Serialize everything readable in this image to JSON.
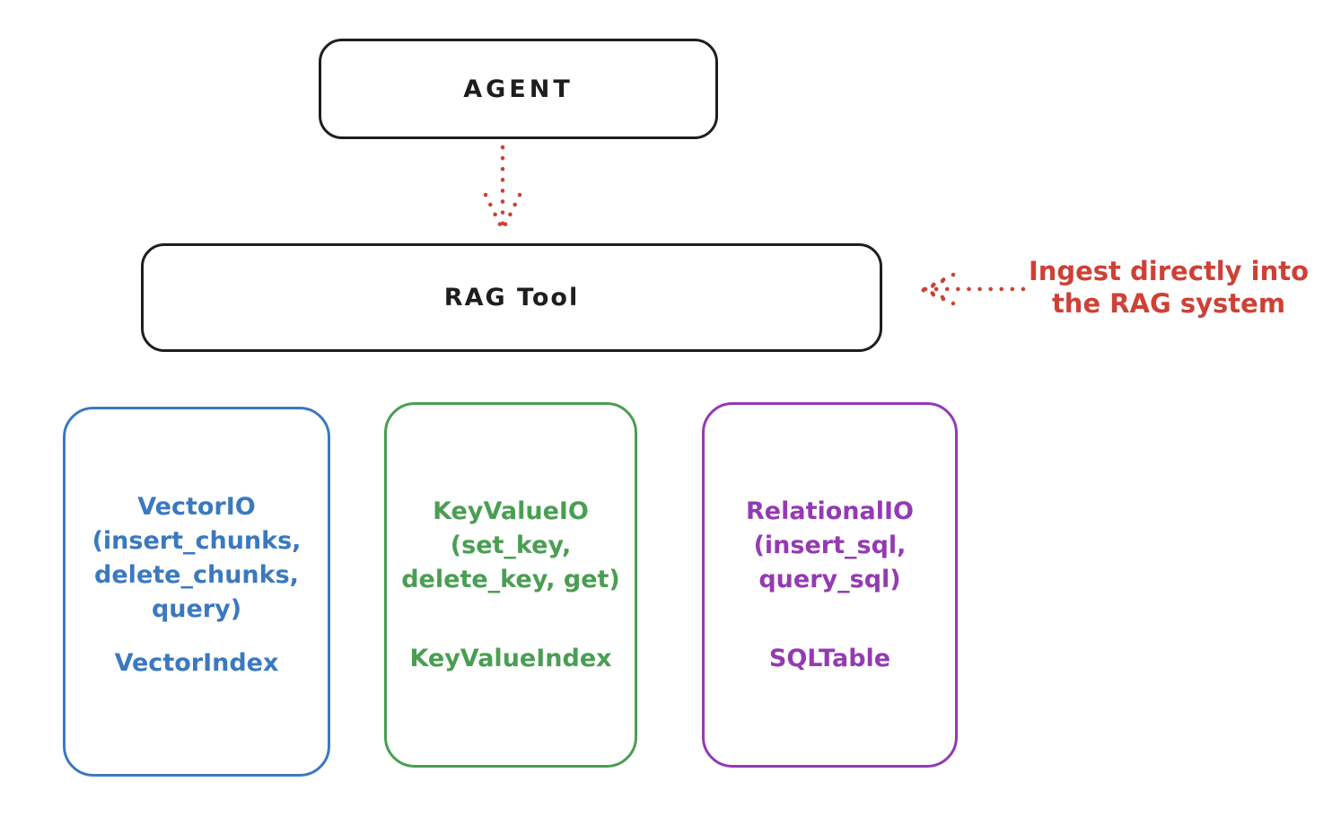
{
  "colors": {
    "ink": "#1e1e1e",
    "red": "#cd4136",
    "blue": "#3b79bf",
    "green": "#4a9e53",
    "purple": "#943ab2",
    "background": "#ffffff"
  },
  "agent": {
    "label": "AGENT"
  },
  "rag_tool": {
    "label": "RAG Tool"
  },
  "ingest_note": {
    "line1": "Ingest directly into",
    "line2": "the RAG system"
  },
  "io_boxes": [
    {
      "name": "vector-io",
      "color": "#3b79bf",
      "lines": [
        "VectorIO",
        "(insert_chunks,",
        "delete_chunks,",
        "query)"
      ],
      "index_label": "VectorIndex"
    },
    {
      "name": "key-value-io",
      "color": "#4a9e53",
      "lines": [
        "KeyValueIO",
        "(set_key,",
        "delete_key, get)"
      ],
      "index_label": "KeyValueIndex"
    },
    {
      "name": "relational-io",
      "color": "#943ab2",
      "lines": [
        "RelationalIO",
        "(insert_sql,",
        "query_sql)"
      ],
      "index_label": "SQLTable"
    }
  ]
}
